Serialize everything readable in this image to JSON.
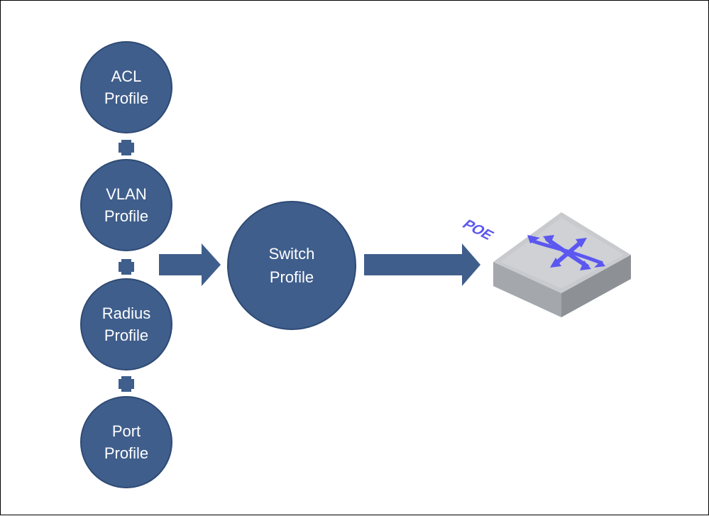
{
  "diagram": {
    "profiles": [
      {
        "line1": "ACL",
        "line2": "Profile"
      },
      {
        "line1": "VLAN",
        "line2": "Profile"
      },
      {
        "line1": "Radius",
        "line2": "Profile"
      },
      {
        "line1": "Port",
        "line2": "Profile"
      }
    ],
    "result": {
      "line1": "Switch",
      "line2": "Profile"
    },
    "device": {
      "badge": "POE",
      "icon": "poe-switch-icon"
    },
    "colors": {
      "node_fill": "#3f5e8c",
      "node_border": "#2f4a74",
      "plus": "#3f5e8c",
      "arrow": "#3f5e8c",
      "switch_top": "#c9cbcf",
      "switch_side": "#9b9ea3",
      "switch_arrows": "#5b57f0"
    }
  }
}
